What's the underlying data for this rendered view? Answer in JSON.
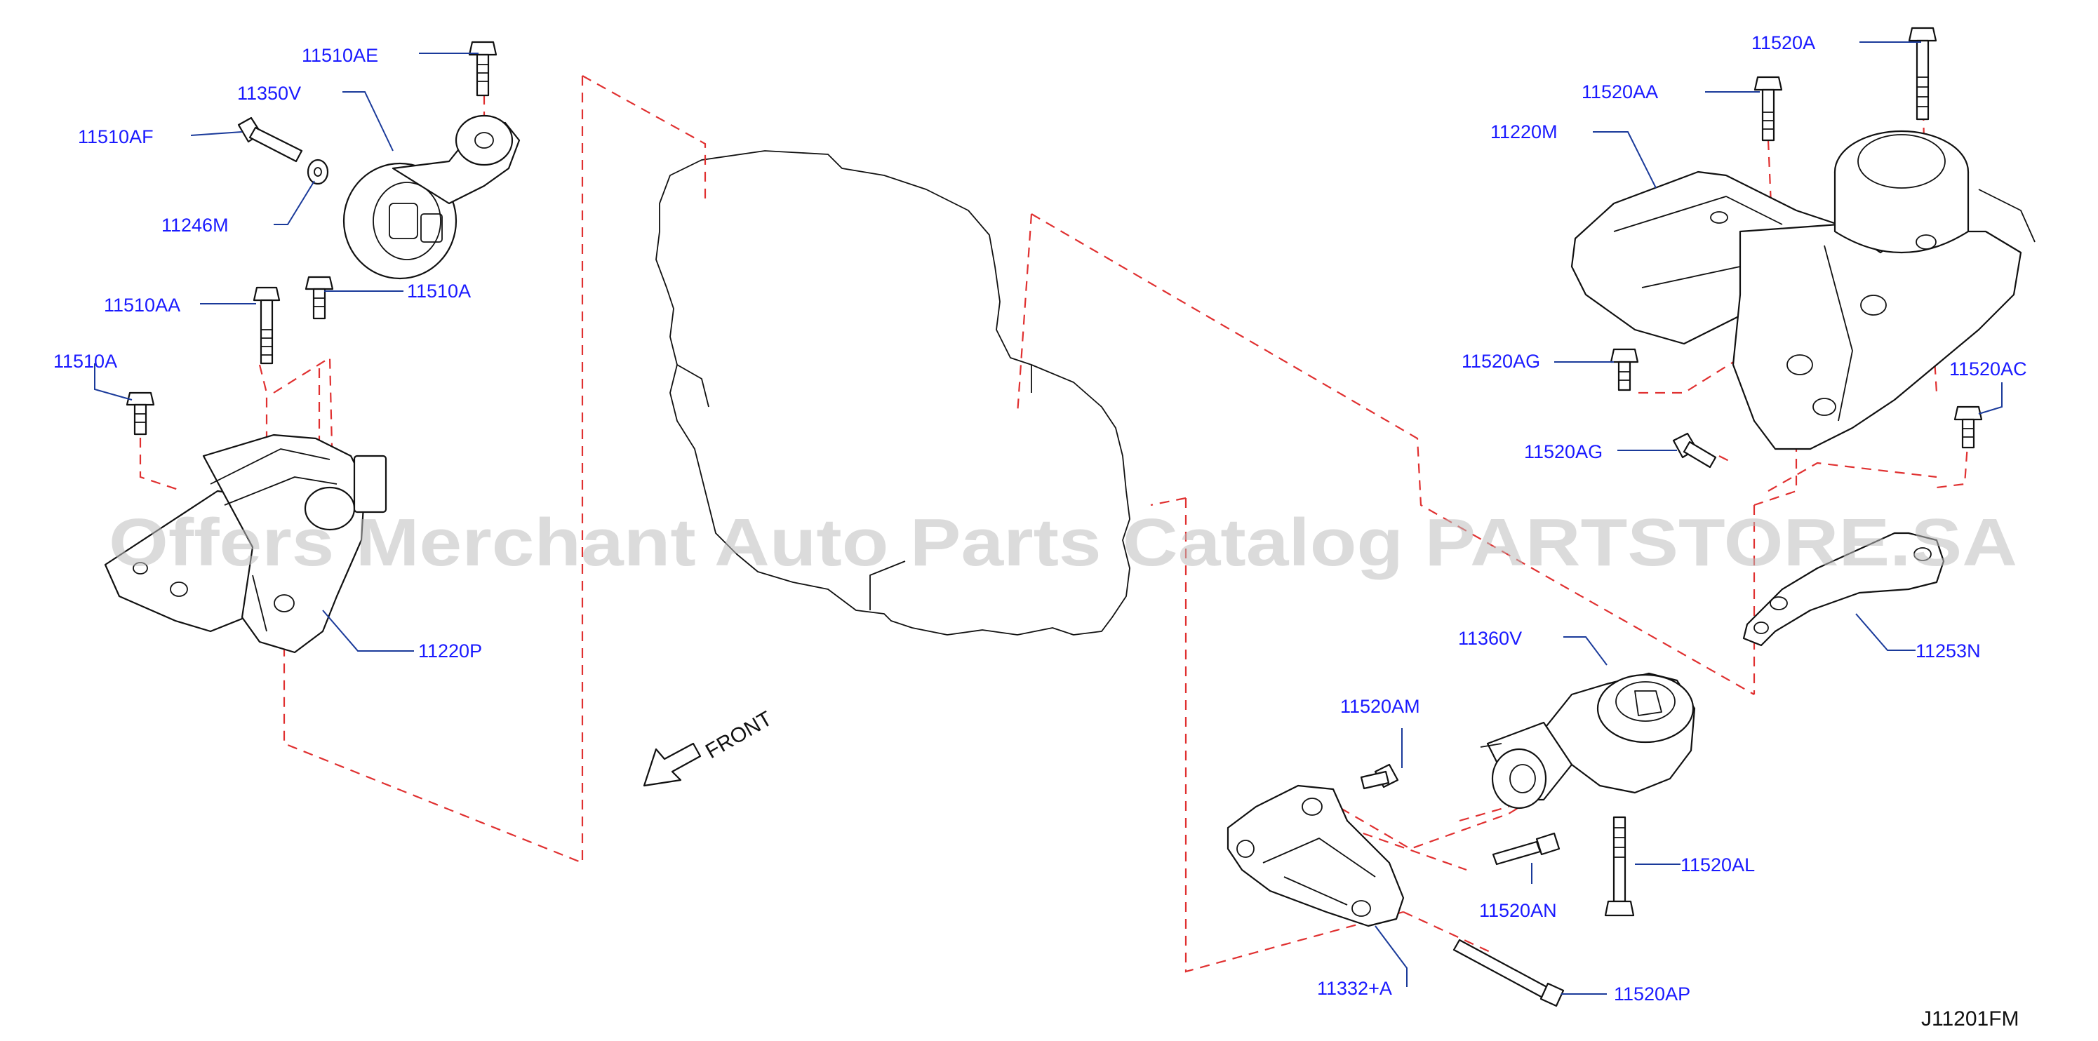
{
  "diagram": {
    "reference_code": "J11201FM",
    "front_label": "FRONT",
    "watermark": "Offers Merchant Auto Parts Catalog PARTSTORE.SA",
    "part_labels": [
      {
        "id": "11510AE",
        "label": "11510AE"
      },
      {
        "id": "11350V",
        "label": "11350V"
      },
      {
        "id": "11510AF",
        "label": "11510AF"
      },
      {
        "id": "11246M",
        "label": "11246M"
      },
      {
        "id": "11510AA",
        "label": "11510AA"
      },
      {
        "id": "11510A_upper",
        "label": "11510A"
      },
      {
        "id": "11510A_left",
        "label": "11510A"
      },
      {
        "id": "11220P",
        "label": "11220P"
      },
      {
        "id": "11520A",
        "label": "11520A"
      },
      {
        "id": "11520AA",
        "label": "11520AA"
      },
      {
        "id": "11220M",
        "label": "11220M"
      },
      {
        "id": "11520AG_upper",
        "label": "11520AG"
      },
      {
        "id": "11520AG_lower",
        "label": "11520AG"
      },
      {
        "id": "11520AC",
        "label": "11520AC"
      },
      {
        "id": "11253N",
        "label": "11253N"
      },
      {
        "id": "11360V",
        "label": "11360V"
      },
      {
        "id": "11520AM",
        "label": "11520AM"
      },
      {
        "id": "11520AL",
        "label": "11520AL"
      },
      {
        "id": "11520AN",
        "label": "11520AN"
      },
      {
        "id": "11332+A",
        "label": "11332+A"
      },
      {
        "id": "11520AP",
        "label": "11520AP"
      }
    ]
  }
}
